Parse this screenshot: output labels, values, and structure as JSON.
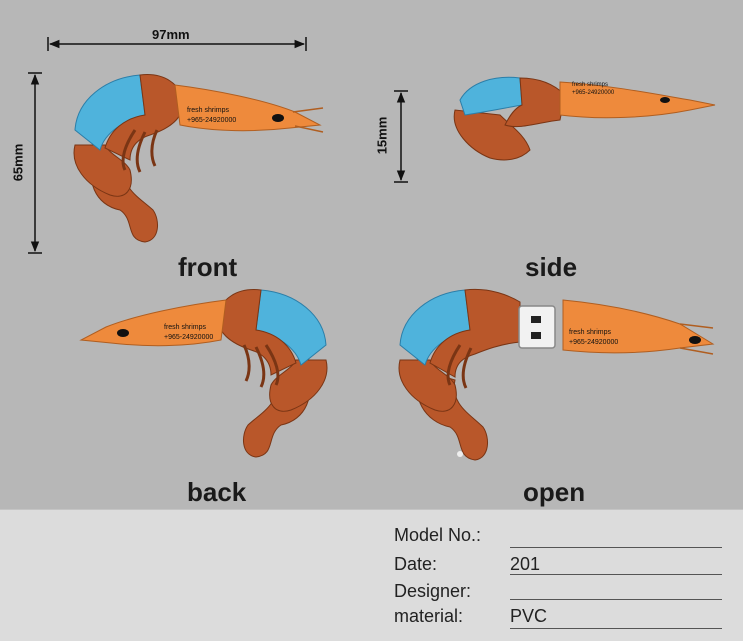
{
  "dimensions": {
    "width": "97mm",
    "height": "65mm",
    "thickness": "15mm"
  },
  "views": {
    "front": "front",
    "side": "side",
    "back": "back",
    "open": "open"
  },
  "print_text": {
    "line1": "fresh shrimps",
    "line2": "+965-24920000"
  },
  "info": {
    "model_label": "Model No.:",
    "model_value": "",
    "date_label": "Date:",
    "date_value": "201",
    "designer_label": "Designer:",
    "designer_value": "",
    "material_label": "material:",
    "material_value": "PVC"
  },
  "colors": {
    "background": "#b7b7b7",
    "panel": "#dcdcdc",
    "shrimp_body": "#b9572a",
    "shrimp_head": "#ee8a3c",
    "shell_blue": "#4fb3dc"
  }
}
